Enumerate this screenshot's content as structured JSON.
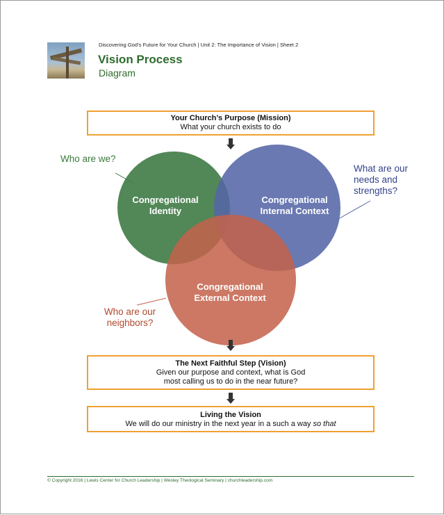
{
  "header": {
    "line": "Discovering God’s Future for Your Church | Unit 2: The Importance of Vision | Sheet 2",
    "title": "Vision Process",
    "subtitle": "Diagram"
  },
  "purpose_box": {
    "title": "Your Church’s Purpose (Mission)",
    "text": "What your church exists to do"
  },
  "venn": {
    "identity": {
      "line1": "Congregational",
      "line2": "Identity"
    },
    "internal": {
      "line1": "Congregational",
      "line2": "Internal Context"
    },
    "external": {
      "line1": "Congregational",
      "line2": "External Context"
    },
    "colors": {
      "identity": "#3f7a45",
      "internal": "#5566a6",
      "external": "#c4624a"
    }
  },
  "callouts": {
    "identity": "Who are we?",
    "internal": [
      "What are our",
      "needs and",
      "strengths?"
    ],
    "external": [
      "Who are our",
      "neighbors?"
    ]
  },
  "vision_box": {
    "title": "The Next Faithful Step (Vision)",
    "line1": "Given our purpose and context, what is God",
    "line2": "most calling us to do in the near future?"
  },
  "living_box": {
    "title": "Living the Vision",
    "text": "We will do our ministry in the next year in a such a way",
    "emphasis": "so that"
  },
  "footer": {
    "text": "© Copyright 2016 | Lewis Center for Church Leadership | Wesley Theological Seminary | churchleadership.com"
  }
}
